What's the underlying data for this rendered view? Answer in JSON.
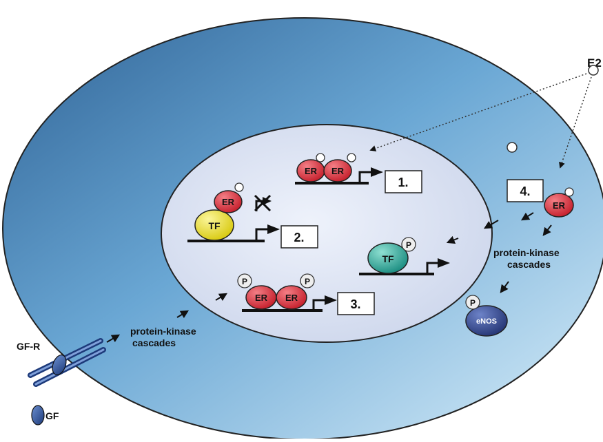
{
  "ligand": {
    "label": "E2"
  },
  "molecules": {
    "er": "ER",
    "tf": "TF",
    "phospho": "P",
    "enos": "eNOS",
    "gf": "GF",
    "gfr": "GF-R"
  },
  "pathways": {
    "p1": "1.",
    "p2": "2.",
    "p3": "3.",
    "p4": "4."
  },
  "cascade_left": {
    "line1": "protein-kinase",
    "line2": "cascades"
  },
  "cascade_right": {
    "line1": "protein-kinase",
    "line2": "cascades"
  },
  "colors": {
    "cell_dark": "#3f78ad",
    "cell_light": "#cfe8f7",
    "nucleus": "#dfe6f4",
    "er": "#d8303a",
    "tf_yellow": "#ece11f",
    "tf_teal": "#2aa89a",
    "enos": "#2b3f86",
    "gf": "#2b4f96"
  }
}
